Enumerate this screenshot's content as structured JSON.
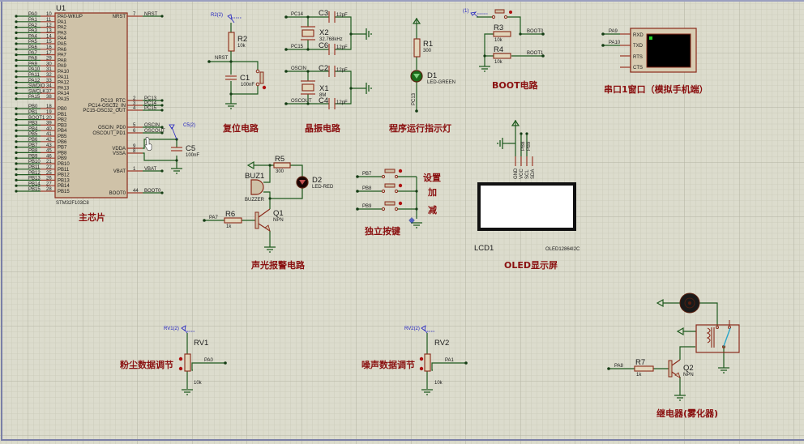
{
  "mcu": {
    "ref": "U1",
    "part": "STM32F103C8",
    "title": "主芯片",
    "left_pins_a": [
      {
        "net": "PA0",
        "num": "10",
        "name": "PA0-WKUP"
      },
      {
        "net": "PA1",
        "num": "11",
        "name": "PA1"
      },
      {
        "net": "PA2",
        "num": "12",
        "name": "PA2"
      },
      {
        "net": "PA3",
        "num": "13",
        "name": "PA3"
      },
      {
        "net": "PA4",
        "num": "14",
        "name": "PA4"
      },
      {
        "net": "PA5",
        "num": "15",
        "name": "PA5"
      },
      {
        "net": "PA6",
        "num": "16",
        "name": "PA6"
      },
      {
        "net": "PA7",
        "num": "17",
        "name": "PA7"
      },
      {
        "net": "PA8",
        "num": "29",
        "name": "PA8"
      },
      {
        "net": "PA9",
        "num": "30",
        "name": "PA9"
      },
      {
        "net": "PA10",
        "num": "31",
        "name": "PA10"
      },
      {
        "net": "PA11",
        "num": "32",
        "name": "PA11"
      },
      {
        "net": "PA12",
        "num": "33",
        "name": "PA12"
      },
      {
        "net": "SWDIO",
        "num": "34",
        "name": "PA13"
      },
      {
        "net": "SWCLK",
        "num": "37",
        "name": "PA14"
      },
      {
        "net": "PA15",
        "num": "38",
        "name": "PA15"
      }
    ],
    "left_pins_b": [
      {
        "net": "PB0",
        "num": "18",
        "name": "PB0"
      },
      {
        "net": "PB1",
        "num": "19",
        "name": "PB1"
      },
      {
        "net": "BOOT1",
        "num": "20",
        "name": "PB2"
      },
      {
        "net": "PB3",
        "num": "39",
        "name": "PB3"
      },
      {
        "net": "PB4",
        "num": "40",
        "name": "PB4"
      },
      {
        "net": "PB5",
        "num": "41",
        "name": "PB5"
      },
      {
        "net": "PB6",
        "num": "42",
        "name": "PB6"
      },
      {
        "net": "PB7",
        "num": "43",
        "name": "PB7"
      },
      {
        "net": "PB8",
        "num": "45",
        "name": "PB8"
      },
      {
        "net": "PB9",
        "num": "46",
        "name": "PB9"
      },
      {
        "net": "PB10",
        "num": "21",
        "name": "PB10"
      },
      {
        "net": "PB11",
        "num": "22",
        "name": "PB11"
      },
      {
        "net": "PB12",
        "num": "25",
        "name": "PB12"
      },
      {
        "net": "PB13",
        "num": "26",
        "name": "PB13"
      },
      {
        "net": "PB14",
        "num": "27",
        "name": "PB14"
      },
      {
        "net": "PB15",
        "num": "28",
        "name": "PB15"
      }
    ],
    "right_pins": [
      {
        "net": "NRST",
        "num": "7",
        "name": "NRST"
      },
      {
        "net": "PC13",
        "num": "2",
        "name": "PC13_RTC"
      },
      {
        "net": "PC14",
        "num": "3",
        "name": "PC14-OSC32_IN"
      },
      {
        "net": "PC15",
        "num": "4",
        "name": "PC15-OSC32_OUT"
      },
      {
        "net": "OSCIN",
        "num": "5",
        "name": "OSCIN_PD0"
      },
      {
        "net": "OSCOUT",
        "num": "6",
        "name": "OSCOUT_PD1"
      },
      {
        "net": "",
        "num": "9",
        "name": "VDDA"
      },
      {
        "net": "",
        "num": "8",
        "name": "VSSA"
      },
      {
        "net": "VBAT",
        "num": "1",
        "name": "VBAT"
      },
      {
        "net": "BOOT0",
        "num": "44",
        "name": "BOOT0"
      }
    ],
    "c5": {
      "ref": "C5",
      "value": "100nF",
      "probe": "C5(2)"
    }
  },
  "reset": {
    "title": "复位电路",
    "probe": "R2(2)",
    "r2": {
      "ref": "R2",
      "value": "10k"
    },
    "c1": {
      "ref": "C1",
      "value": "100nF"
    },
    "net": "NRST"
  },
  "crystal": {
    "title": "晶振电路",
    "x2": {
      "ref": "X2",
      "value": "32.768kHz"
    },
    "x1": {
      "ref": "X1",
      "value": "8M"
    },
    "c3": {
      "ref": "C3",
      "value": "12pF"
    },
    "c6": {
      "ref": "C6",
      "value": "12pF"
    },
    "c2": {
      "ref": "C2",
      "value": "12pF"
    },
    "c4": {
      "ref": "C4",
      "value": "12pF"
    },
    "nets": {
      "pc14": "PC14",
      "pc15": "PC15",
      "oscin": "OSCIN",
      "oscout": "OSCOUT"
    }
  },
  "led_indicator": {
    "title": "程序运行指示灯",
    "r1": {
      "ref": "R1",
      "value": "300"
    },
    "d1": {
      "ref": "D1",
      "value": "LED-GREEN"
    },
    "net": "PC13"
  },
  "boot": {
    "title": "BOOT电路",
    "probe": "(1)",
    "r3": {
      "ref": "R3",
      "value": "10k"
    },
    "r4": {
      "ref": "R4",
      "value": "10k"
    },
    "nets": {
      "boot0": "BOOT0",
      "boot1": "BOOT1"
    }
  },
  "uart": {
    "title": "串口1窗口（模拟手机端）",
    "nets": [
      "PA9",
      "PA10"
    ],
    "pins": [
      "RXD",
      "TXD",
      "RTS",
      "CTS"
    ]
  },
  "alarm": {
    "title": "声光报警电路",
    "r5": {
      "ref": "R5",
      "value": "300"
    },
    "d2": {
      "ref": "D2",
      "value": "LED-RED"
    },
    "buz": {
      "ref": "BUZ1",
      "value": "BUZZER"
    },
    "r6": {
      "ref": "R6",
      "value": "1k"
    },
    "q1": {
      "ref": "Q1",
      "value": "NPN"
    },
    "net": "PA7"
  },
  "keys": {
    "title": "独立按键",
    "items": [
      {
        "net": "PB7",
        "label": "设置"
      },
      {
        "net": "PB8",
        "label": "加"
      },
      {
        "net": "PB9",
        "label": "减"
      }
    ]
  },
  "oled": {
    "title": "OLED显示屏",
    "ref": "LCD1",
    "part": "OLED12864I2C",
    "pins": [
      "GND",
      "VCC",
      "SCL",
      "SDA"
    ],
    "nets": [
      "PB8",
      "PB9"
    ]
  },
  "dust": {
    "title": "粉尘数据调节",
    "probe": "RV1(2)",
    "ref": "RV1",
    "value": "10k",
    "net": "PA0"
  },
  "noise": {
    "title": "噪声数据调节",
    "probe": "RV2(2)",
    "ref": "RV2",
    "value": "10k",
    "net": "PA1"
  },
  "relay": {
    "title": "继电器(雾化器)",
    "r7": {
      "ref": "R7",
      "value": "1k"
    },
    "q2": {
      "ref": "Q2",
      "value": "NPN"
    },
    "net": "PA8"
  },
  "colors": {
    "background": "#dcdccd",
    "wire": "#1e5a1e",
    "component": "#8a2a1a",
    "title_text": "#8a1010",
    "probe_text": "#2020c0",
    "sheet_border": "#7a7fa6"
  }
}
